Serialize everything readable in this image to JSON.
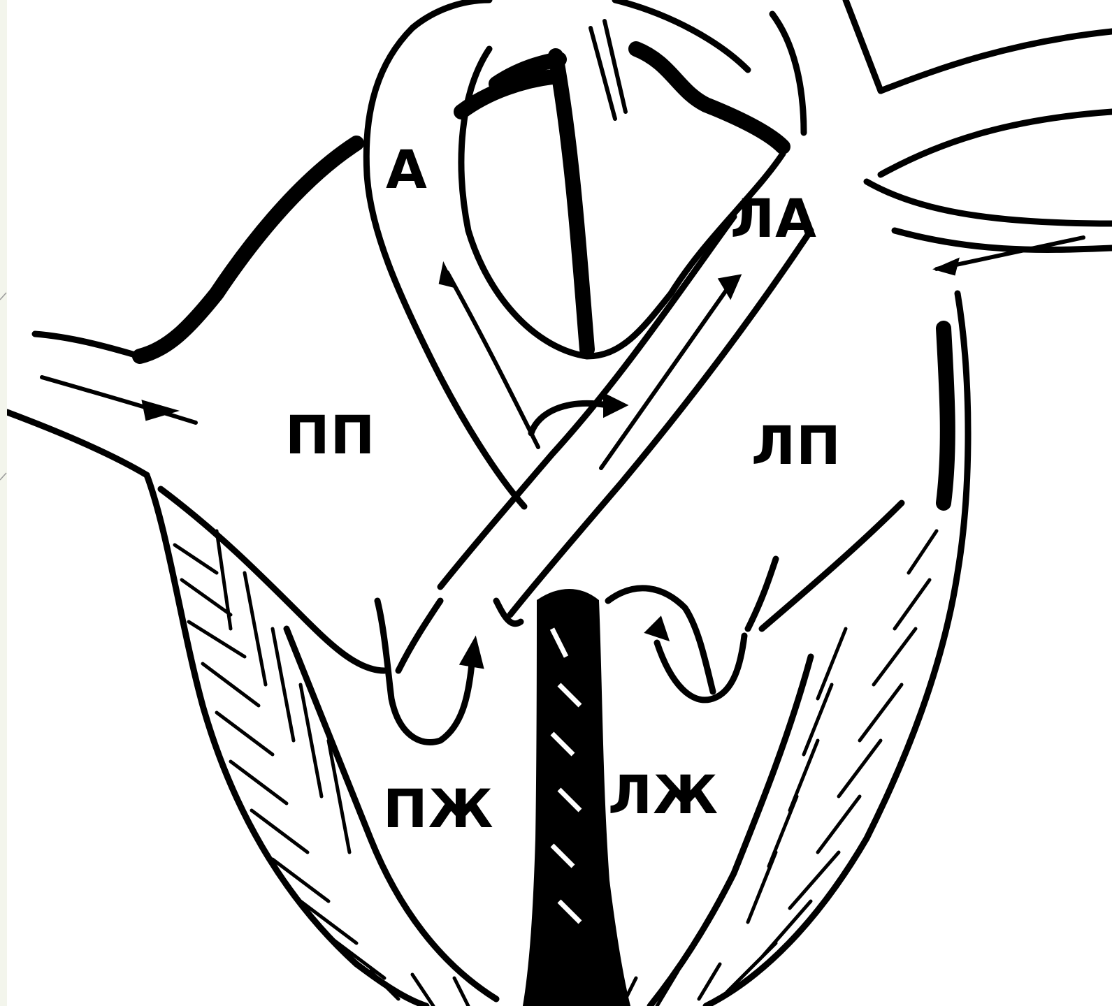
{
  "diagram": {
    "labels": {
      "aorta": "А",
      "pulmonary_artery": "ЛА",
      "right_atrium": "ПП",
      "left_atrium": "ЛП",
      "right_ventricle": "ПЖ",
      "left_ventricle": "ЛЖ"
    }
  }
}
